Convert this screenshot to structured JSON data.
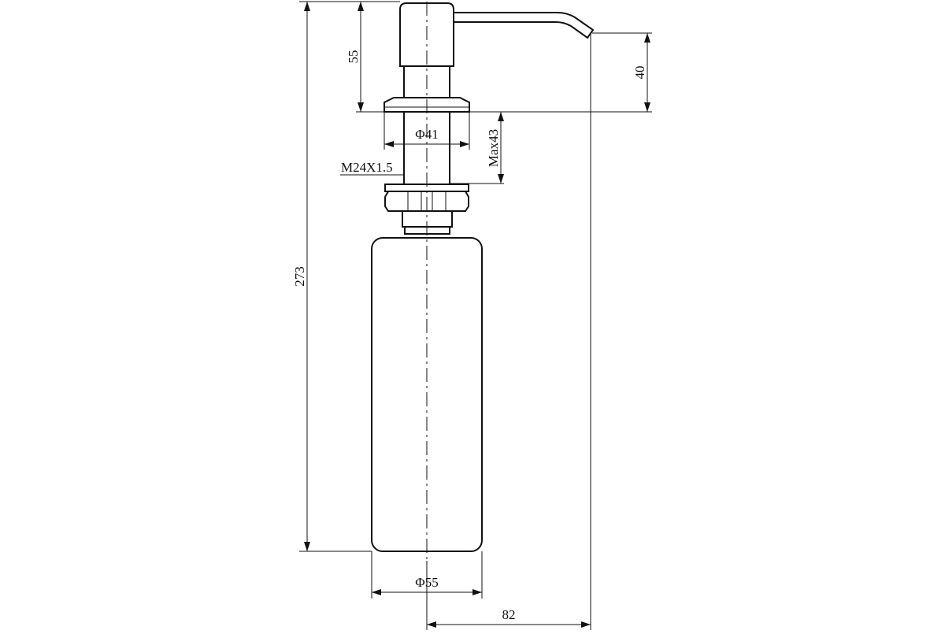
{
  "dimensions": {
    "total_height": "273",
    "head_height": "55",
    "spout_height": "40",
    "shank_diameter": "Φ41",
    "thread": "M24X1.5",
    "max_thickness": "Max43",
    "bottle_diameter": "Φ55",
    "spout_reach": "82"
  },
  "colors": {
    "line": "#111111",
    "background": "#ffffff"
  }
}
